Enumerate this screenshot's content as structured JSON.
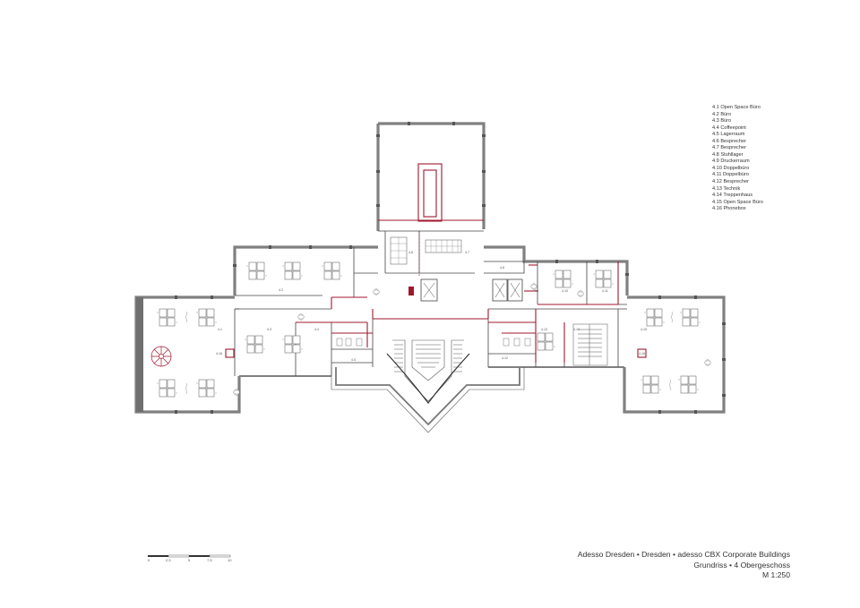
{
  "legend": [
    "4.1 Open Space Büro",
    "4.2 Büro",
    "4.3 Büro",
    "4.4 Coffeepoint",
    "4.5 Lagerraum",
    "4.6 Besprecher",
    "4.7 Besprecher",
    "4.8 Stuhllager",
    "4.9 Druckerraum",
    "4.10 Doppelbüro",
    "4.11 Doppelbüro",
    "4.12 Besprecher",
    "4.13 Technik",
    "4.14 Treppenhaus",
    "4.15 Open Space Büro",
    "4.16 Phonebox"
  ],
  "title_block": {
    "line1": "Adesso Dresden • Dresden • adesso CBX Corporate Buildings",
    "line2": "Grundriss • 4 Obergeschoss",
    "line3": "M 1:250"
  },
  "room_labels": {
    "r41": "4.1",
    "r42": "4.2",
    "r43": "4.3",
    "r44": "4.4",
    "r45": "4.5",
    "r46": "4.6",
    "r47": "4.7",
    "r48": "4.8",
    "r49": "4.9",
    "r410": "4.10",
    "r411": "4.11",
    "r412": "4.12",
    "r413": "4.13",
    "r414": "4.14",
    "r415": "4.15",
    "r416a": "4.16",
    "r416b": "4.16"
  },
  "scale_bar": {
    "labels": [
      "0",
      "2,5",
      "5",
      "7,5",
      "10"
    ]
  },
  "colors": {
    "wall": "#808080",
    "line": "#444444",
    "accent": "#a0182e"
  }
}
